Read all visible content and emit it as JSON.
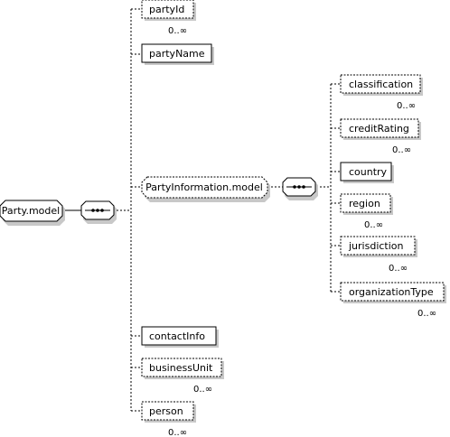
{
  "root": {
    "label": "Party.model"
  },
  "group": {
    "label": "PartyInformation.model"
  },
  "elements": {
    "partyId": {
      "label": "partyId",
      "cardinality": "0..∞"
    },
    "partyName": {
      "label": "partyName"
    },
    "contactInfo": {
      "label": "contactInfo"
    },
    "businessUnit": {
      "label": "businessUnit",
      "cardinality": "0..∞"
    },
    "person": {
      "label": "person",
      "cardinality": "0..∞"
    },
    "classification": {
      "label": "classification",
      "cardinality": "0..∞"
    },
    "creditRating": {
      "label": "creditRating",
      "cardinality": "0..∞"
    },
    "country": {
      "label": "country"
    },
    "region": {
      "label": "region",
      "cardinality": "0..∞"
    },
    "jurisdiction": {
      "label": "jurisdiction",
      "cardinality": "0..∞"
    },
    "organizationType": {
      "label": "organizationType",
      "cardinality": "0..∞"
    }
  }
}
